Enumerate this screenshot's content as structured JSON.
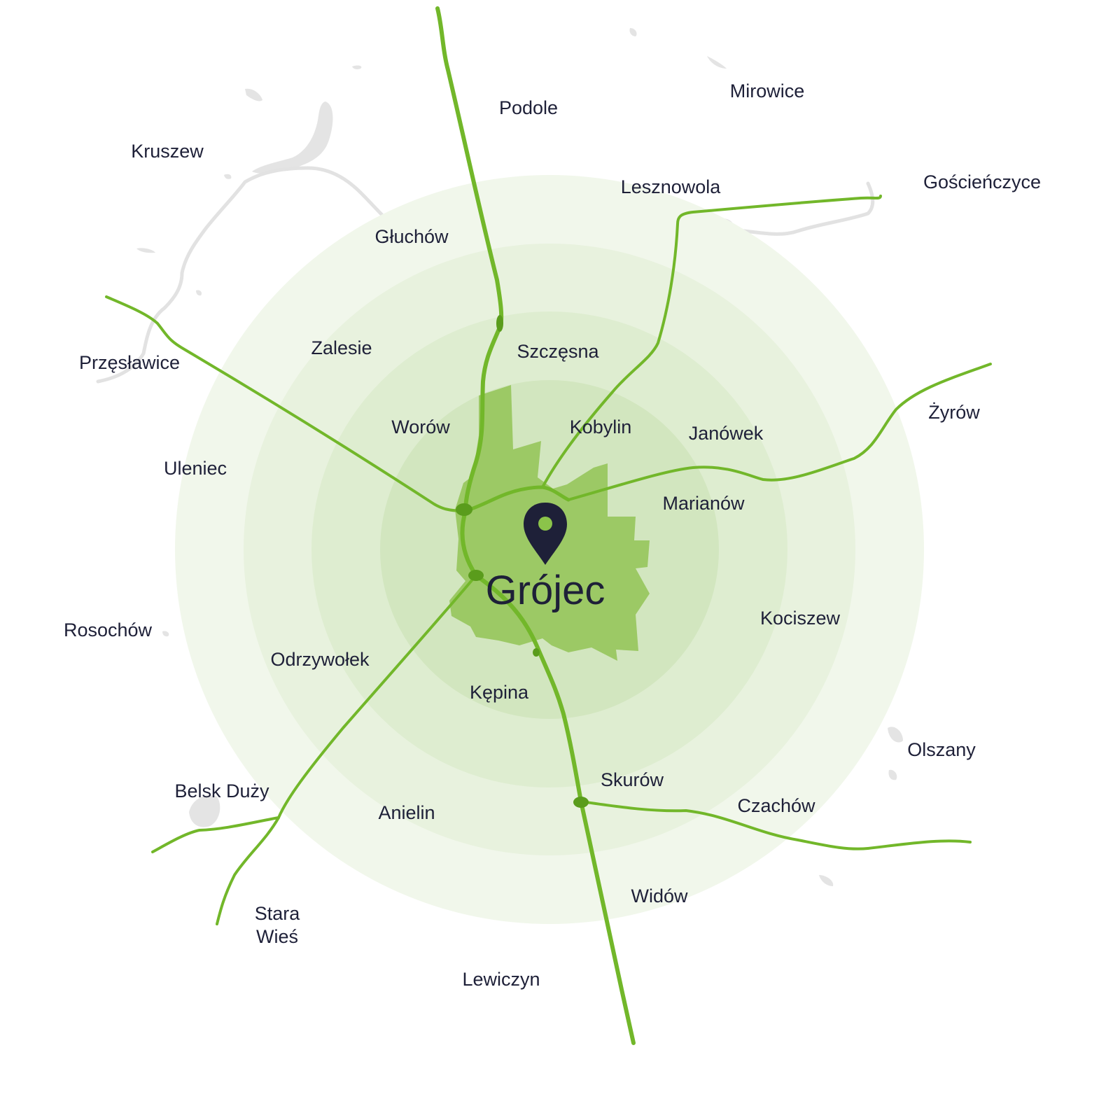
{
  "map": {
    "center_town": "Grójec",
    "towns": [
      "Podole",
      "Mirowice",
      "Kruszew",
      "Lesznowola",
      "Gościeńczyce",
      "Głuchów",
      "Zalesie",
      "Szczęsna",
      "Przęsławice",
      "Worów",
      "Kobylin",
      "Janówek",
      "Żyrów",
      "Uleniec",
      "Marianów",
      "Rosochów",
      "Kociszew",
      "Odrzywołek",
      "Kępina",
      "Olszany",
      "Belsk Duży",
      "Skurów",
      "Czachów",
      "Anielin",
      "Widów",
      "Stara",
      "Wieś",
      "Lewiczyn"
    ],
    "colors": {
      "ring_outer": "#f1f7eb",
      "ring_2": "#e8f2de",
      "ring_3": "#deedd0",
      "ring_inner": "#d2e6bf",
      "town_area": "#9cc965",
      "road": "#72b72a",
      "road_junction": "#5a9c1c",
      "water": "#e4e4e4",
      "label": "#1e2038",
      "pin": "#1e2038",
      "pin_dot": "#8bc34a"
    },
    "icons": {
      "center_marker": "map-pin-icon"
    }
  }
}
